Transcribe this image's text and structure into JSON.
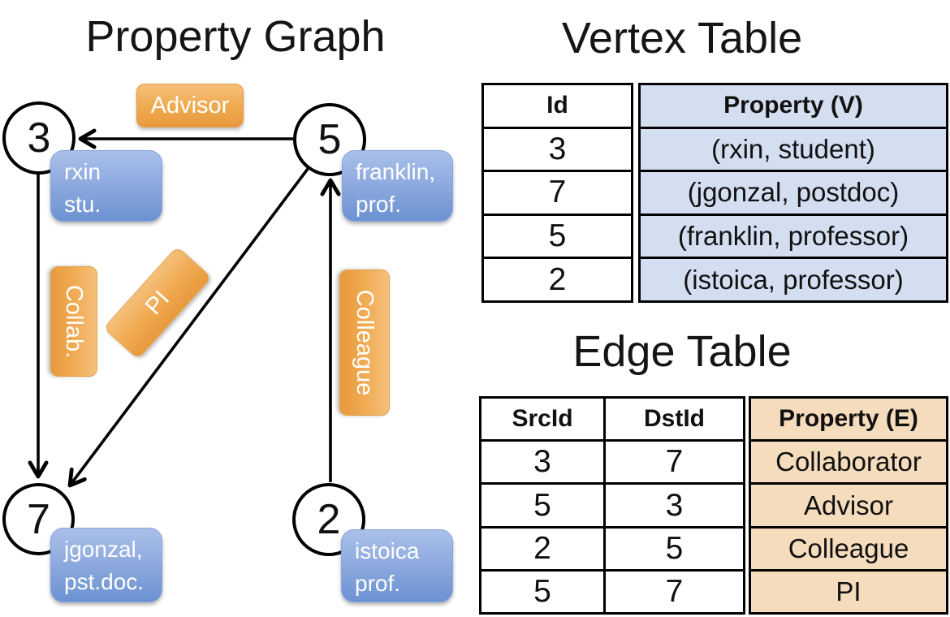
{
  "graph": {
    "title": "Property Graph",
    "nodes": [
      {
        "id": "3",
        "property": [
          "rxin",
          "stu."
        ]
      },
      {
        "id": "5",
        "property": [
          "franklin,",
          "prof."
        ]
      },
      {
        "id": "7",
        "property": [
          "jgonzal,",
          "pst.doc."
        ]
      },
      {
        "id": "2",
        "property": [
          "istoica",
          "prof."
        ]
      }
    ],
    "edge_labels": {
      "advisor": "Advisor",
      "collab": "Collab.",
      "pi": "PI",
      "colleague": "Colleague"
    }
  },
  "vertex_table": {
    "title": "Vertex Table",
    "headers": {
      "id": "Id",
      "property": "Property (V)"
    },
    "rows": [
      {
        "id": "3",
        "property": "(rxin, student)"
      },
      {
        "id": "7",
        "property": "(jgonzal, postdoc)"
      },
      {
        "id": "5",
        "property": "(franklin, professor)"
      },
      {
        "id": "2",
        "property": "(istoica, professor)"
      }
    ]
  },
  "edge_table": {
    "title": "Edge Table",
    "headers": {
      "src": "SrcId",
      "dst": "DstId",
      "property": "Property (E)"
    },
    "rows": [
      {
        "src": "3",
        "dst": "7",
        "property": "Collaborator"
      },
      {
        "src": "5",
        "dst": "3",
        "property": "Advisor"
      },
      {
        "src": "2",
        "dst": "5",
        "property": "Colleague"
      },
      {
        "src": "5",
        "dst": "7",
        "property": "PI"
      }
    ]
  },
  "colors": {
    "edge_label_orange_top": "#F5C07B",
    "edge_label_orange_bottom": "#E8993E",
    "vertex_box_blue_top": "#AAC0E9",
    "vertex_box_blue_bottom": "#6C92D2",
    "vertex_cell_blue": "#D4DEF1",
    "edge_cell_tan": "#F5DCBD",
    "line_black": "#000000"
  }
}
